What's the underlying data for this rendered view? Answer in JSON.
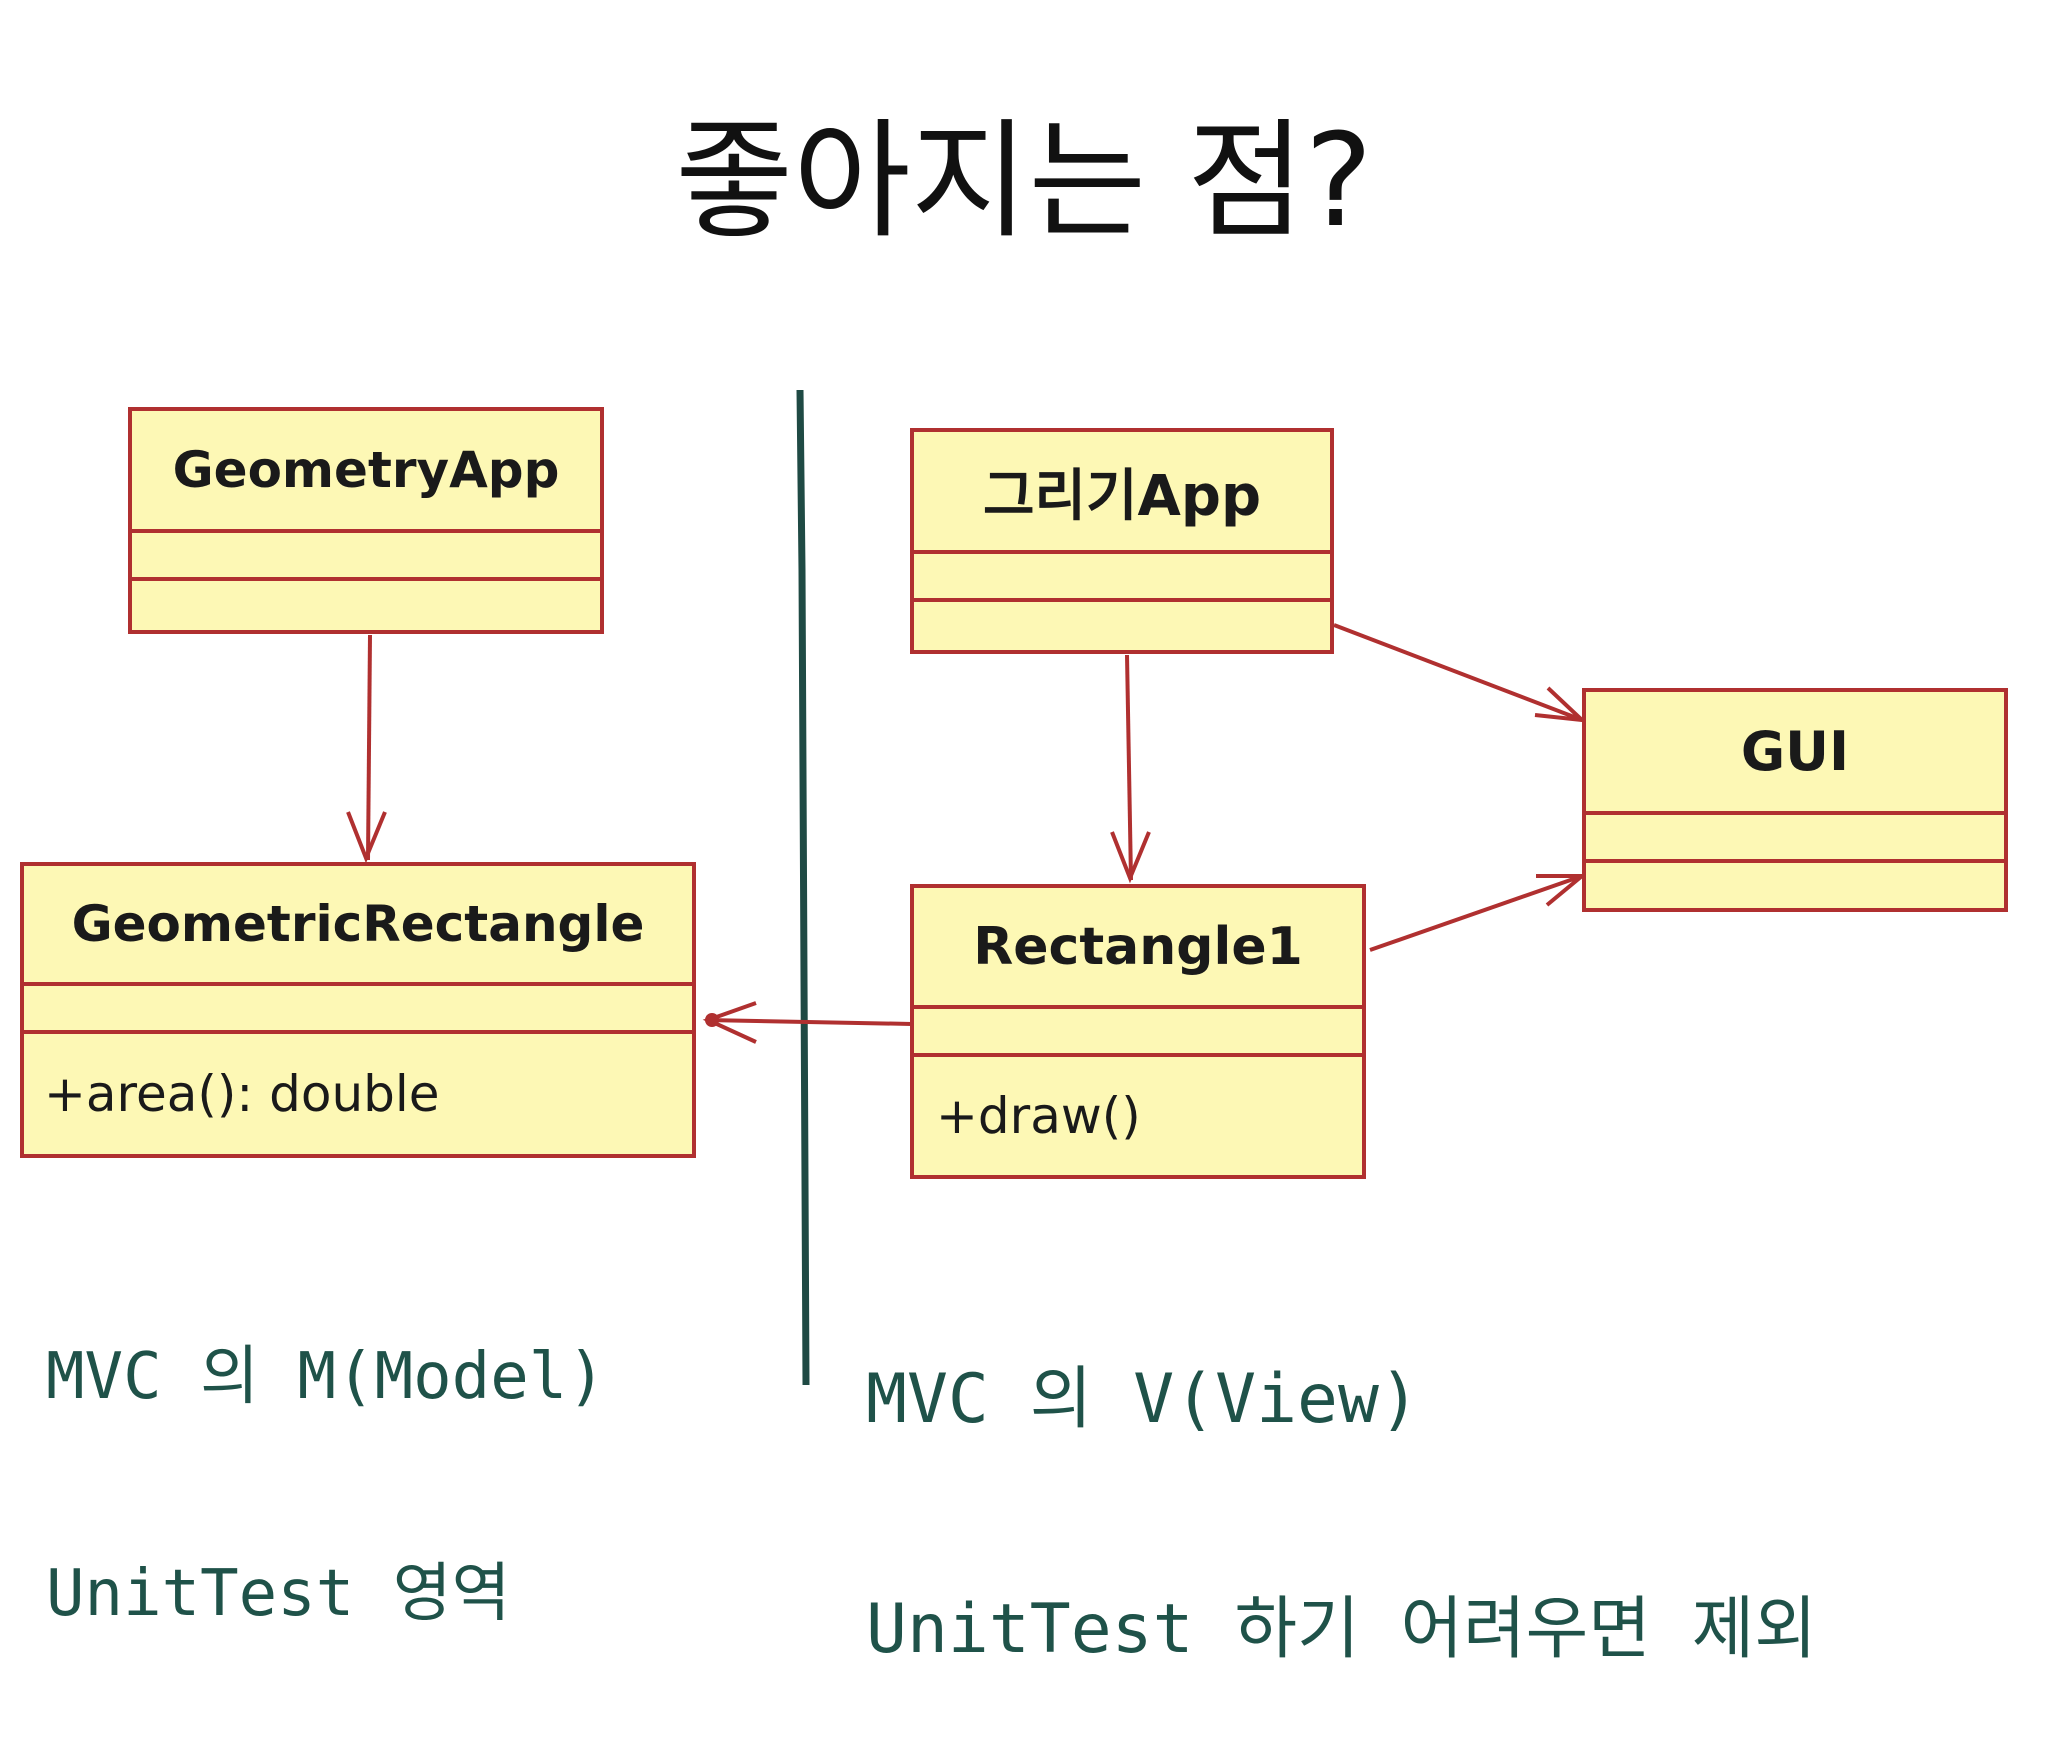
{
  "title": "좋아지는 점?",
  "colors": {
    "box_fill": "#fdf8b5",
    "box_border": "#b03030",
    "arrow": "#b03030",
    "divider": "#1f4a44",
    "note_text": "#1f5249"
  },
  "classes": {
    "geometry_app": {
      "name": "GeometryApp"
    },
    "geometric_rectangle": {
      "name": "GeometricRectangle",
      "operation": "+area(): double"
    },
    "drawing_app": {
      "name": "그리기App"
    },
    "gui": {
      "name": "GUI"
    },
    "rectangle1": {
      "name": "Rectangle1",
      "operation": "+draw()"
    }
  },
  "notes": {
    "left_line1": "MVC 의 M(Model)",
    "left_line2": "UnitTest 영역",
    "right_line1": "MVC 의 V(View)",
    "right_line2": "UnitTest 하기 어려우면 제외"
  }
}
